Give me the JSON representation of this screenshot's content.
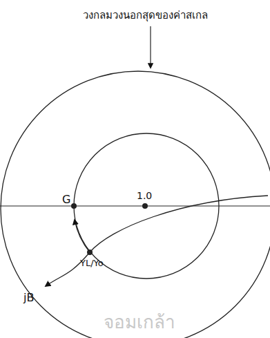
{
  "diagram": {
    "labels": [
      "วงกลมวงนอกสุดของค่าสเกล",
      "G",
      "1.0",
      "YL/Yo",
      "jB",
      "จอมเกล้า"
    ]
  }
}
